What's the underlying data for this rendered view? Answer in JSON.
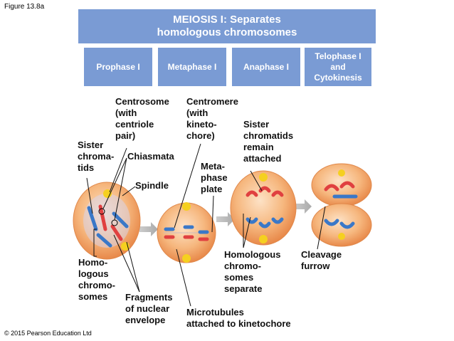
{
  "figure_label": "Figure 13.8a",
  "copyright": "© 2015 Pearson Education Ltd",
  "banner": {
    "line1": "MEIOSIS I: Separates",
    "line2": "homologous chromosomes"
  },
  "phases": [
    "Prophase I",
    "Metaphase I",
    "Anaphase I",
    "Telophase I\nand\nCytokinesis"
  ],
  "labels": {
    "centrosome": "Centrosome\n(with\ncentriole\npair)",
    "centromere": "Centromere\n(with\nkineto-\nchore)",
    "sister_remain": "Sister\nchromatids\nremain\nattached",
    "sister_chromatids": "Sister\nchroma-\ntids",
    "chiasmata": "Chiasmata",
    "spindle": "Spindle",
    "metaphase_plate": "Meta-\nphase\nplate",
    "homologous": "Homo-\nlogous\nchromo-\nsomes",
    "fragments": "Fragments\nof nuclear\nenvelope",
    "homologous_separate": "Homologous\nchromo-\nsomes\nseparate",
    "cleavage": "Cleavage\nfurrow",
    "microtubules": "Microtubules\nattached to kinetochore"
  },
  "colors": {
    "banner": "#7a9bd4",
    "cell": "#f0a060",
    "chromosome_blue": "#3a78c8",
    "chromosome_red": "#e04040",
    "centrosome": "#f5d020"
  }
}
